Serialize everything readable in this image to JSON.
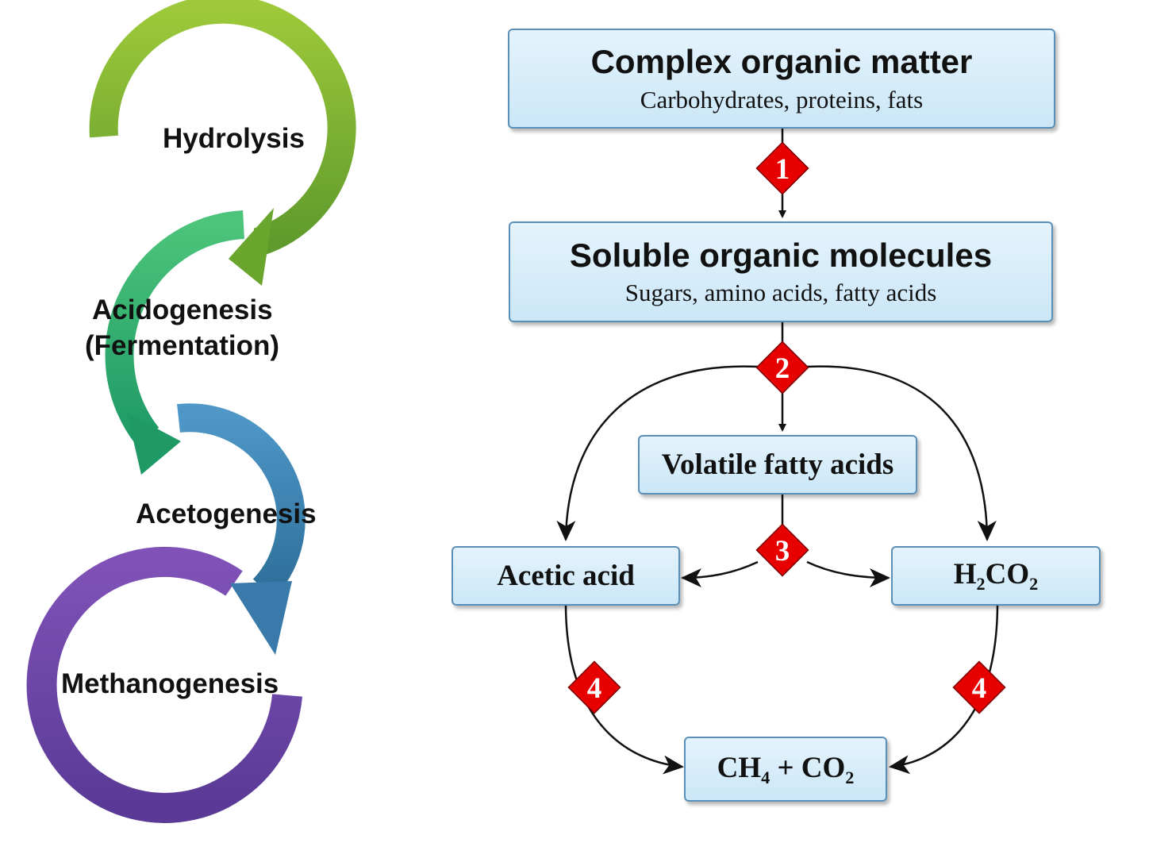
{
  "stages": {
    "hydrolysis": "Hydrolysis",
    "acidogenesis_line1": "Acidogenesis",
    "acidogenesis_line2": "(Fermentation)",
    "acetogenesis": "Acetogenesis",
    "methanogenesis": "Methanogenesis"
  },
  "boxes": {
    "complex": {
      "title": "Complex organic matter",
      "subtitle": "Carbohydrates, proteins, fats"
    },
    "soluble": {
      "title": "Soluble organic molecules",
      "subtitle": "Sugars, amino acids, fatty acids"
    },
    "vfa": {
      "title": "Volatile fatty acids"
    },
    "acetic": {
      "title": "Acetic acid"
    },
    "h2co2": {
      "part1": "H",
      "sub1": "2",
      "part2": "CO",
      "sub2": "2"
    },
    "ch4co2": {
      "part1": "CH",
      "sub1": "4",
      "part2": " + CO",
      "sub2": "2"
    }
  },
  "steps": {
    "step1": "1",
    "step2": "2",
    "step3": "3",
    "step4_left": "4",
    "step4_right": "4"
  },
  "colors": {
    "hydrolysis": "#7fb82e",
    "acidogenesis": "#2eaa6a",
    "acetogenesis": "#3c82b4",
    "methanogenesis": "#6b45a6",
    "step_marker": "#e60000",
    "box_border": "#5a8fb8"
  }
}
